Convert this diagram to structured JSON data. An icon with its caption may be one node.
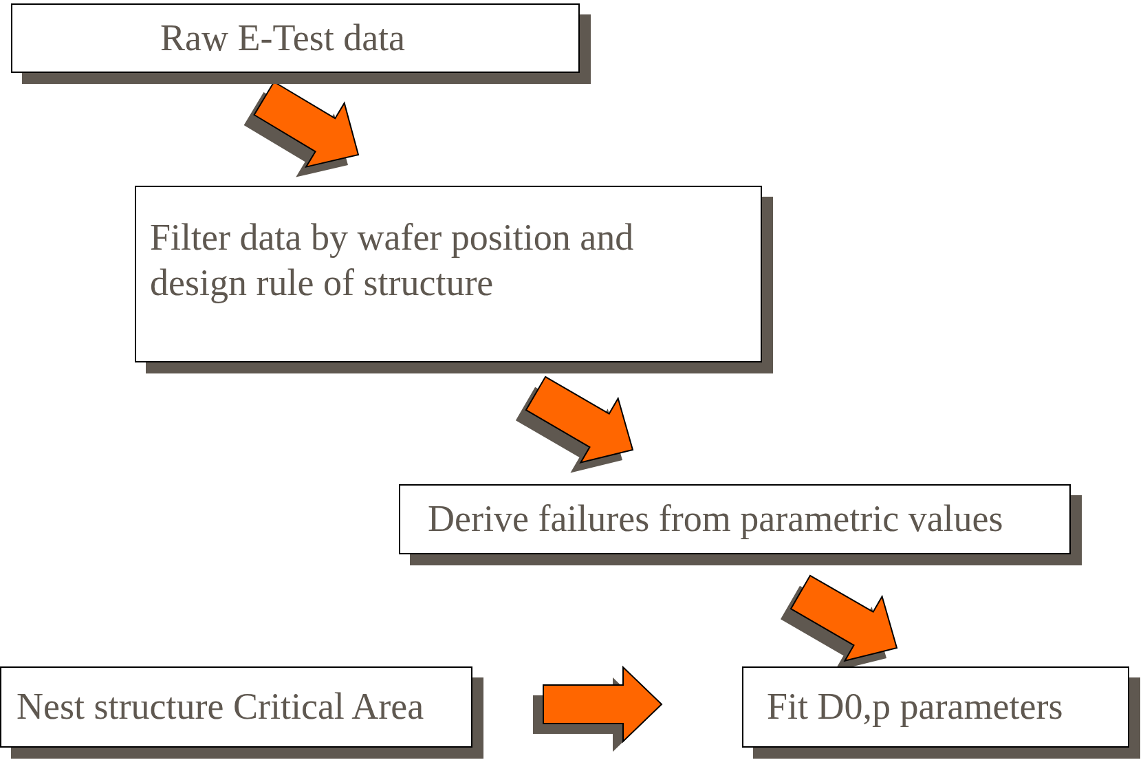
{
  "diagram": {
    "nodes": [
      {
        "text": [
          "Raw E-Test data"
        ]
      },
      {
        "text": [
          "Filter data by wafer position and design rule of structure"
        ]
      },
      {
        "text": [
          "Derive failures from parametric values"
        ]
      },
      {
        "text": [
          "Nest structure Critical Area"
        ]
      },
      {
        "text": [
          "Fit D0,p parameters"
        ]
      }
    ],
    "edges": [
      {
        "from": 0,
        "to": 1,
        "arrow": "to"
      },
      {
        "from": 1,
        "to": 2,
        "arrow": "to"
      },
      {
        "from": 2,
        "to": 4,
        "arrow": "to"
      },
      {
        "from": 3,
        "to": 4,
        "arrow": "to"
      }
    ]
  }
}
